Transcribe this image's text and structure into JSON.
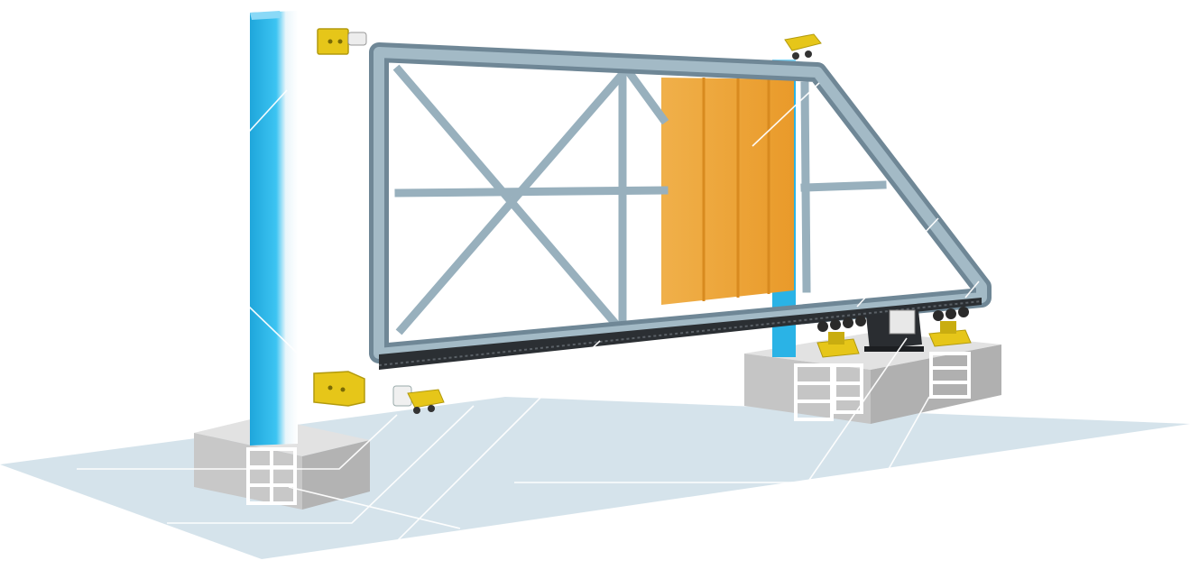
{
  "diagram": {
    "components": [
      {
        "id": "support-post",
        "icon": "post-icon"
      },
      {
        "id": "upper-catcher",
        "icon": "catcher-icon"
      },
      {
        "id": "lower-catcher",
        "icon": "catcher-icon"
      },
      {
        "id": "end-roller",
        "icon": "roller-icon"
      },
      {
        "id": "gate-frame",
        "icon": "frame-icon"
      },
      {
        "id": "infill-panel",
        "icon": "panel-icon"
      },
      {
        "id": "gear-rack",
        "icon": "rack-icon"
      },
      {
        "id": "guide-rollers",
        "icon": "roller-icon"
      },
      {
        "id": "roller-carriages",
        "icon": "carriage-icon"
      },
      {
        "id": "drive-motor",
        "icon": "motor-icon"
      },
      {
        "id": "foundation-block",
        "icon": "foundation-icon"
      },
      {
        "id": "foundation-cage",
        "icon": "cage-icon"
      }
    ],
    "colors": {
      "ground": "#d3e2ea",
      "post": "#29b6ea",
      "frame": "#8fa8b6",
      "frame_dark": "#5d7482",
      "panel": "#eea73a",
      "panel_dark": "#d98e22",
      "bracket": "#e6c619",
      "concrete": "#cfcfcf",
      "concrete_dark": "#a9a9a9",
      "rack": "#2b2f33",
      "leader": "#ffffff"
    }
  }
}
